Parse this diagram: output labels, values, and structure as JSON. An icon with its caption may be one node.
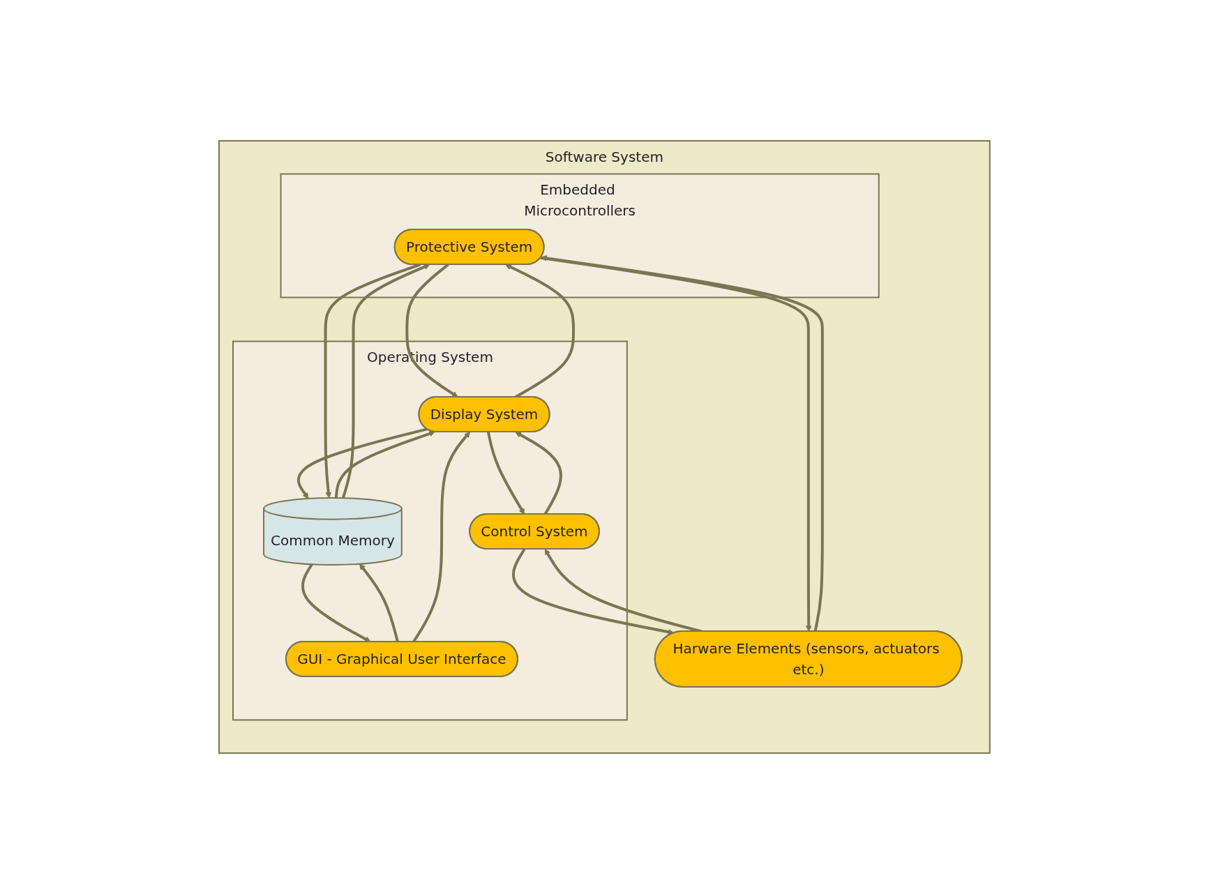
{
  "diagram": {
    "nodes": [
      {
        "text": [
          "Software System"
        ]
      },
      {
        "text": [
          "Operating System"
        ],
        "in": 0
      },
      {
        "text": [
          "GUI - Graphical User Interface"
        ],
        "in": 1
      },
      {
        "text": [
          "Common Memory"
        ],
        "in": 1
      },
      {
        "text": [
          "Control System"
        ],
        "in": 1
      },
      {
        "text": [
          "Display System"
        ],
        "in": 1
      },
      {
        "text": [
          "Harware Elements (sensors, actuators etc.)"
        ],
        "in": 0
      },
      {
        "text": [
          "Embedded Microcontrollers"
        ],
        "in": 0
      },
      {
        "text": [
          "Protective System"
        ],
        "in": 7
      }
    ],
    "edges": [
      {
        "from": 3,
        "to": 2,
        "arrow": "to"
      },
      {
        "from": 2,
        "to": 3,
        "arrow": "to"
      },
      {
        "from": 2,
        "to": 5,
        "arrow": "to"
      },
      {
        "from": 5,
        "to": 3,
        "arrow": "to"
      },
      {
        "from": 3,
        "to": 5,
        "arrow": "to"
      },
      {
        "from": 5,
        "to": 4,
        "arrow": "to"
      },
      {
        "from": 4,
        "to": 5,
        "arrow": "to"
      },
      {
        "from": 4,
        "to": 6,
        "arrow": "to"
      },
      {
        "from": 6,
        "to": 4,
        "arrow": "to"
      },
      {
        "from": 5,
        "to": 8,
        "arrow": "to"
      },
      {
        "from": 8,
        "to": 5,
        "arrow": "to"
      },
      {
        "from": 3,
        "to": 8,
        "arrow": "to"
      },
      {
        "from": 8,
        "to": 3,
        "arrow": "to"
      },
      {
        "from": 8,
        "to": 6,
        "arrow": "to"
      },
      {
        "from": 6,
        "to": 8,
        "arrow": "to"
      }
    ]
  }
}
